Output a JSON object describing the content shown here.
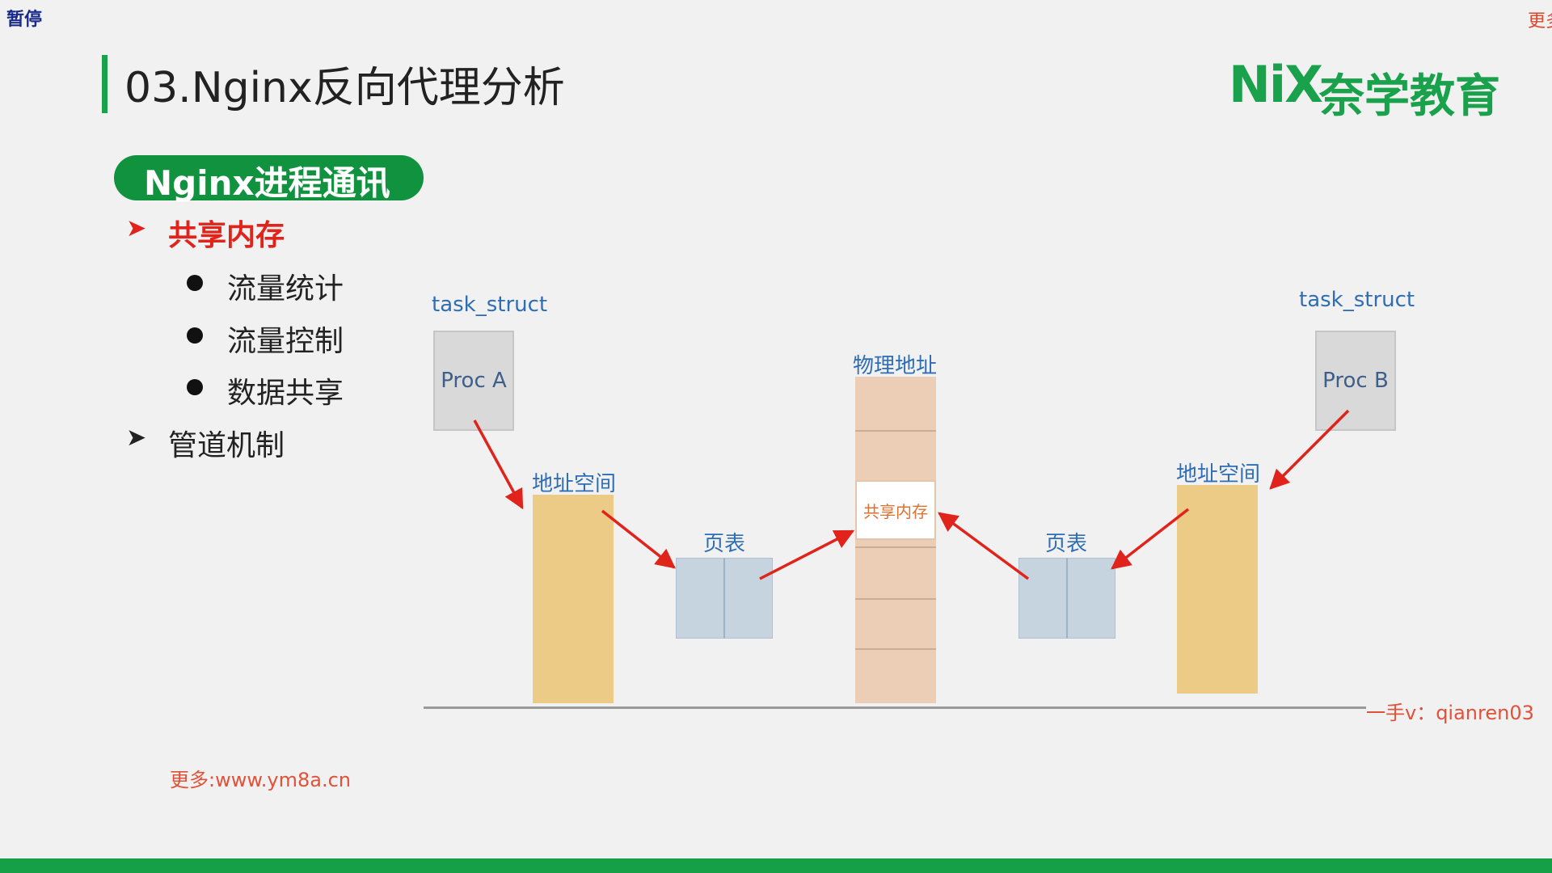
{
  "overlay": {
    "pause_label": "暂停",
    "more_corner": "更多"
  },
  "header": {
    "title": "03.Nginx反向代理分析",
    "logo_mark": "NiX",
    "logo_text": "奈学教育"
  },
  "outline": {
    "section_title": "Nginx进程通讯",
    "items": [
      {
        "label": "共享内存",
        "marker": "➤",
        "active": true,
        "subitems": [
          "流量统计",
          "流量控制",
          "数据共享"
        ]
      },
      {
        "label": "管道机制",
        "marker": "➤",
        "active": false
      }
    ]
  },
  "diagram": {
    "left_task_label": "task_struct",
    "right_task_label": "task_struct",
    "proc_a": "Proc A",
    "proc_b": "Proc B",
    "left_addr_label": "地址空间",
    "right_addr_label": "地址空间",
    "left_pagetable_label": "页表",
    "right_pagetable_label": "页表",
    "phys_label": "物理地址",
    "shared_mem_label": "共享内存"
  },
  "watermarks": {
    "wechat": "一手v：qianren03",
    "more_footer": "更多:www.ym8a.cn"
  },
  "colors": {
    "brand_green": "#1aa14b",
    "accent_red": "#e0231b",
    "label_blue": "#2f6db5",
    "address_space": "#ebcb86",
    "page_table": "#c6d4e0",
    "physical": "#eccdb5"
  }
}
